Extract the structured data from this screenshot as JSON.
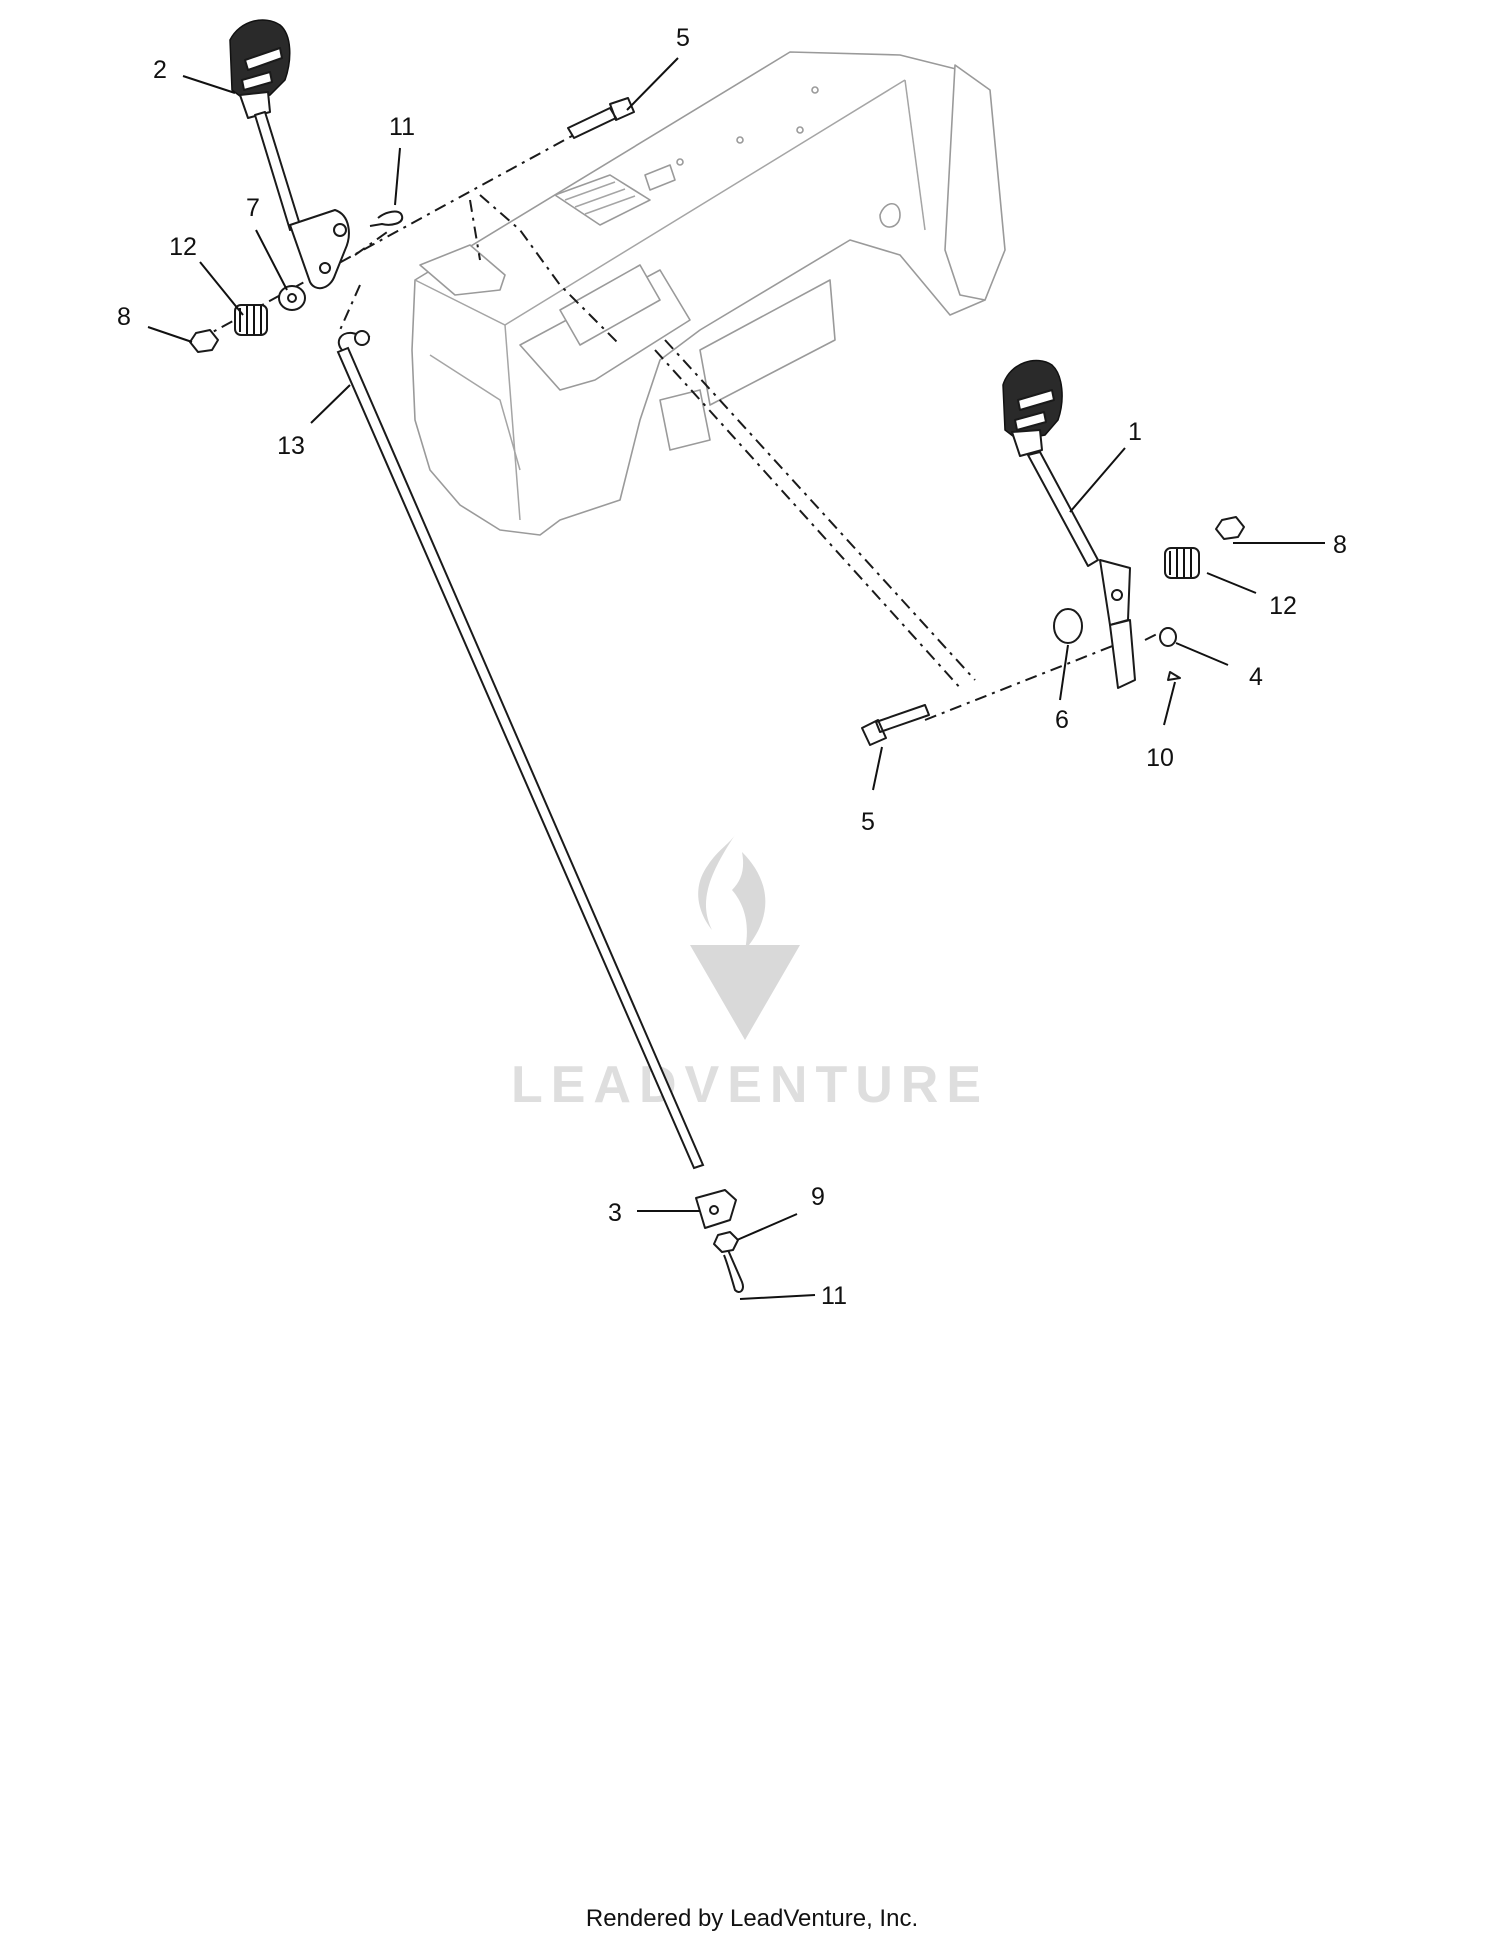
{
  "diagram": {
    "callouts": [
      {
        "id": "c2",
        "label": "2"
      },
      {
        "id": "c5a",
        "label": "5"
      },
      {
        "id": "c11a",
        "label": "11"
      },
      {
        "id": "c7",
        "label": "7"
      },
      {
        "id": "c12a",
        "label": "12"
      },
      {
        "id": "c8a",
        "label": "8"
      },
      {
        "id": "c13",
        "label": "13"
      },
      {
        "id": "c1",
        "label": "1"
      },
      {
        "id": "c8b",
        "label": "8"
      },
      {
        "id": "c12b",
        "label": "12"
      },
      {
        "id": "c4",
        "label": "4"
      },
      {
        "id": "c6",
        "label": "6"
      },
      {
        "id": "c10",
        "label": "10"
      },
      {
        "id": "c5b",
        "label": "5"
      },
      {
        "id": "c3",
        "label": "3"
      },
      {
        "id": "c9",
        "label": "9"
      },
      {
        "id": "c11b",
        "label": "11"
      }
    ],
    "watermark": {
      "text": "LEADVENTURE",
      "logo_icon": "flame-v-logo-icon"
    },
    "footer": "Rendered by LeadVenture, Inc."
  }
}
